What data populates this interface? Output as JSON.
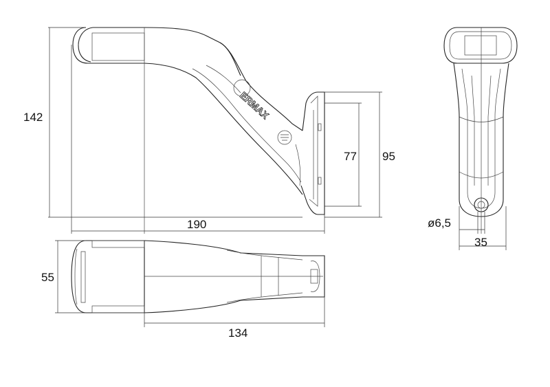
{
  "brand": "ERMAX",
  "dimensions": {
    "height_total": "142",
    "length_total": "190",
    "base_height_inner": "77",
    "base_height_outer": "95",
    "width_top": "55",
    "length_top": "134",
    "hole_diameter": "ø6,5",
    "width_end": "35"
  }
}
